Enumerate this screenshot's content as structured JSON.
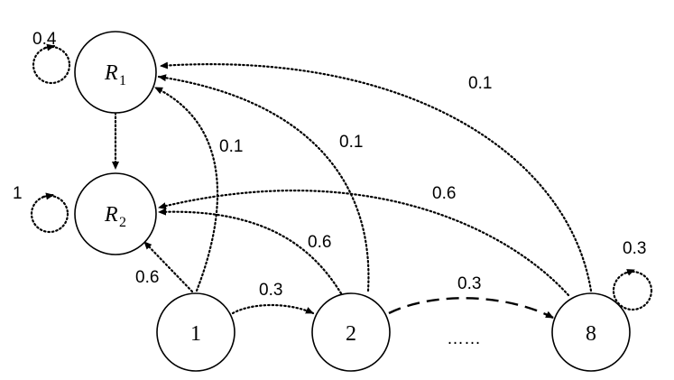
{
  "nodes": {
    "r1": {
      "label": "R",
      "sub": "1"
    },
    "r2": {
      "label": "R",
      "sub": "2"
    },
    "n1": {
      "label": "1"
    },
    "n2": {
      "label": "2"
    },
    "n8": {
      "label": "8"
    }
  },
  "edges": {
    "r1_self": "0.4",
    "r2_self": "1",
    "n8_self": "0.3",
    "n1_r1": "0.1",
    "n2_r1": "0.1",
    "n8_r1": "0.1",
    "n1_r2": "0.6",
    "n2_r2": "0.6",
    "n8_r2": "0.6",
    "n1_n2": "0.3",
    "n2_n8": "0.3"
  },
  "ellipsis": "……"
}
